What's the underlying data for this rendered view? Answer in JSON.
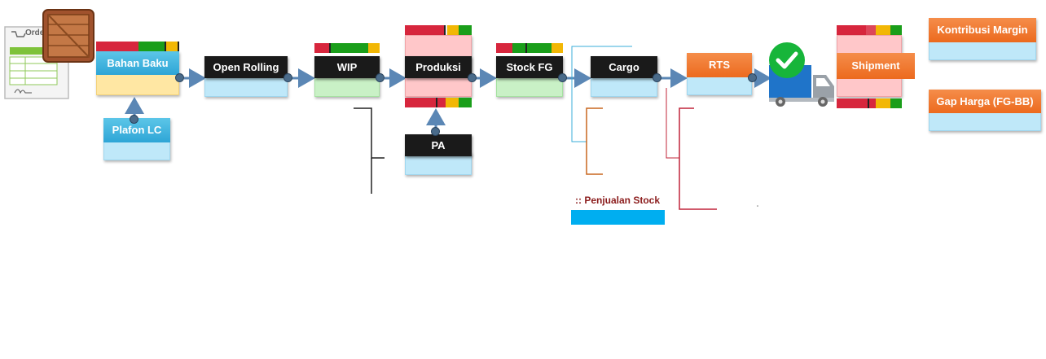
{
  "nodes": {
    "bahan_baku": "Bahan Baku",
    "open_rolling": "Open Rolling",
    "wip": "WIP",
    "produksi": "Produksi",
    "stock_fg": "Stock FG",
    "cargo": "Cargo",
    "rts": "RTS",
    "shipment": "Shipment",
    "plafon_lc": "Plafon LC",
    "pa": "PA",
    "kontribusi_margin": "Kontribusi Margin",
    "gap_harga": "Gap Harga (FG-BB)"
  },
  "order_icon": {
    "label": "Order"
  },
  "legend": {
    "penjualan_stock": ":: Penjualan Stock"
  },
  "colors": {
    "status_red": "#d7263d",
    "status_green": "#1a9e1a",
    "status_yellow": "#f2b705",
    "arrow": "#5b87b5",
    "header_dark": "#1a1a1a",
    "header_blue": "#38aedb",
    "header_orange": "#ee7124",
    "body_blue": "#bfe8f9",
    "body_pink": "#ffc7c9",
    "body_green": "#c9f1c6",
    "body_yellow": "#ffe7a3",
    "penjualan_bar": "#00aef0"
  },
  "icons": [
    "order-form-icon",
    "wooden-crate-icon",
    "delivery-truck-icon",
    "check-circle-icon"
  ]
}
